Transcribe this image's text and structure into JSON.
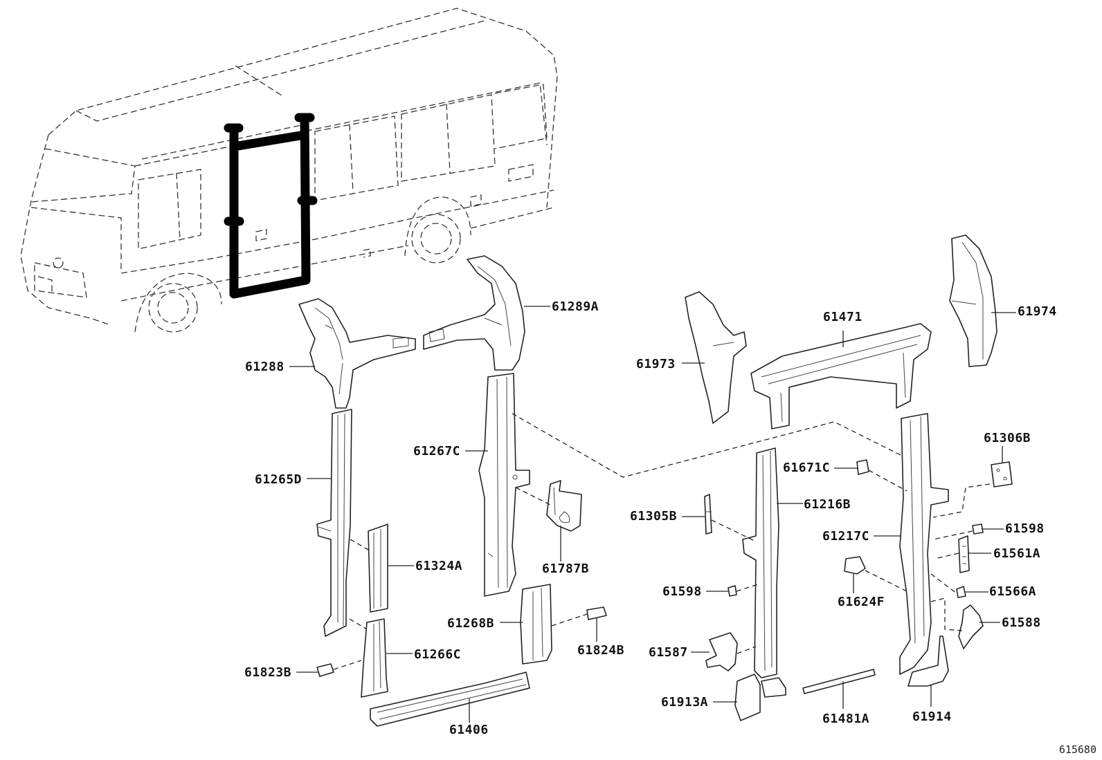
{
  "parts": {
    "p61288": "61288",
    "p61289A": "61289A",
    "p61265D": "61265D",
    "p61267C": "61267C",
    "p61324A": "61324A",
    "p61787B": "61787B",
    "p61266C": "61266C",
    "p61268B": "61268B",
    "p61823B": "61823B",
    "p61824B": "61824B",
    "p61406": "61406",
    "p61973": "61973",
    "p61471": "61471",
    "p61974": "61974",
    "p61306B": "61306B",
    "p61671C": "61671C",
    "p61216B": "61216B",
    "p61305B": "61305B",
    "p61217C": "61217C",
    "p61598a": "61598",
    "p61561A": "61561A",
    "p61598b": "61598",
    "p61624F": "61624F",
    "p61566A": "61566A",
    "p61588": "61588",
    "p61587": "61587",
    "p61913A": "61913A",
    "p61481A": "61481A",
    "p61914": "61914"
  },
  "diagram_ref": "615680"
}
